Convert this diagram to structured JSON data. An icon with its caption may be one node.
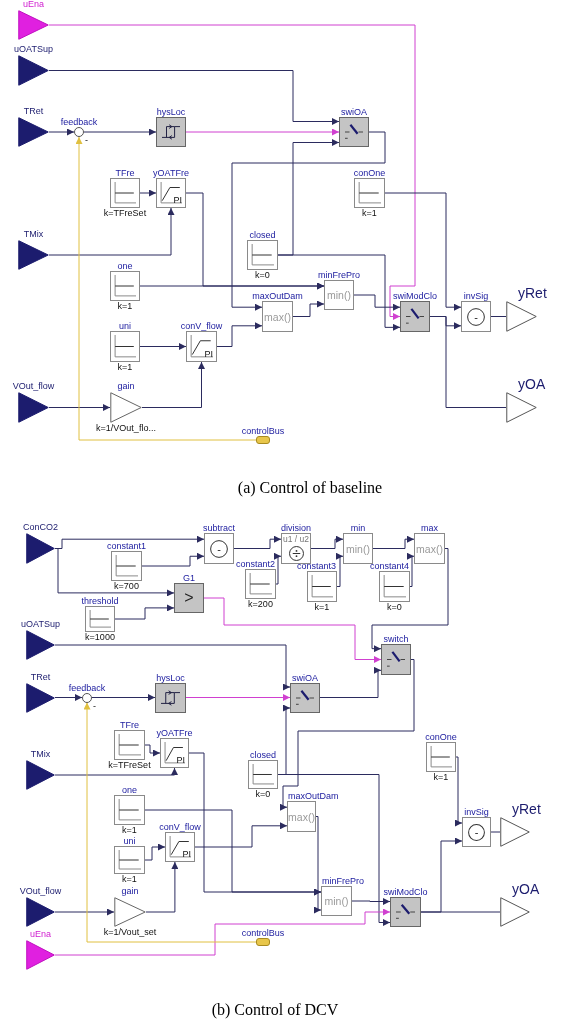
{
  "diagram": {
    "nodes": [
      {
        "text": [
          "uEna"
        ]
      },
      {
        "text": [
          "uOATSup"
        ]
      },
      {
        "text": [
          "TRet"
        ]
      },
      {
        "text": [
          "feedback"
        ],
        "beside": [
          "-"
        ]
      },
      {
        "text": [
          "hysLoc"
        ]
      },
      {
        "text": [
          "swiOA"
        ]
      },
      {
        "text": [
          "TFre"
        ],
        "beside": [
          "k=TFreSet"
        ]
      },
      {
        "text": [
          "yOATFre",
          "PI"
        ]
      },
      {
        "text": [
          "conOne"
        ],
        "beside": [
          "k=1"
        ]
      },
      {
        "text": [
          "TMix"
        ]
      },
      {
        "text": [
          "closed"
        ],
        "beside": [
          "k=0"
        ]
      },
      {
        "text": [
          "one"
        ],
        "beside": [
          "k=1"
        ]
      },
      {
        "text": [
          "minFrePro",
          "min()"
        ]
      },
      {
        "text": [
          "maxOutDam",
          "max()"
        ]
      },
      {
        "text": [
          "swiModClo"
        ]
      },
      {
        "text": [
          "invSig",
          "-"
        ]
      },
      {
        "text": [
          "yRet"
        ]
      },
      {
        "text": [
          "uni"
        ],
        "beside": [
          "k=1"
        ]
      },
      {
        "text": [
          "conV_flow",
          "PI"
        ]
      },
      {
        "text": [
          "VOut_flow"
        ]
      },
      {
        "text": [
          "gain"
        ],
        "beside": [
          "k=1/VOut_flo..."
        ]
      },
      {
        "text": [
          "yOA"
        ]
      },
      {
        "text": [
          "controlBus"
        ]
      },
      {
        "text": [
          "ConCO2"
        ]
      },
      {
        "text": [
          "subtract",
          "-"
        ]
      },
      {
        "text": [
          "division",
          "u1 / u2"
        ]
      },
      {
        "text": [
          "min",
          "min()"
        ]
      },
      {
        "text": [
          "max",
          "max()"
        ]
      },
      {
        "text": [
          "constant1"
        ],
        "beside": [
          "k=700"
        ]
      },
      {
        "text": [
          "G1",
          ">"
        ]
      },
      {
        "text": [
          "constant2"
        ],
        "beside": [
          "k=200"
        ]
      },
      {
        "text": [
          "constant3"
        ],
        "beside": [
          "k=1"
        ]
      },
      {
        "text": [
          "constant4"
        ],
        "beside": [
          "k=0"
        ]
      },
      {
        "text": [
          "threshold"
        ],
        "beside": [
          "k=1000"
        ]
      },
      {
        "text": [
          "uOATSup"
        ]
      },
      {
        "text": [
          "switch"
        ]
      },
      {
        "text": [
          "TRet"
        ]
      },
      {
        "text": [
          "feedback"
        ],
        "beside": [
          "-"
        ]
      },
      {
        "text": [
          "hysLoc"
        ]
      },
      {
        "text": [
          "swiOA"
        ]
      },
      {
        "text": [
          "TFre"
        ],
        "beside": [
          "k=TFreSet"
        ]
      },
      {
        "text": [
          "yOATFre",
          "PI"
        ]
      },
      {
        "text": [
          "conOne"
        ],
        "beside": [
          "k=1"
        ]
      },
      {
        "text": [
          "TMix"
        ]
      },
      {
        "text": [
          "closed"
        ],
        "beside": [
          "k=0"
        ]
      },
      {
        "text": [
          "one"
        ],
        "beside": [
          "k=1"
        ]
      },
      {
        "text": [
          "maxOutDam",
          "max()"
        ]
      },
      {
        "text": [
          "uni"
        ],
        "beside": [
          "k=1"
        ]
      },
      {
        "text": [
          "conV_flow",
          "PI"
        ]
      },
      {
        "text": [
          "invSig",
          "-"
        ]
      },
      {
        "text": [
          "yRet"
        ]
      },
      {
        "text": [
          "minFrePro",
          "min()"
        ]
      },
      {
        "text": [
          "swiModClo"
        ]
      },
      {
        "text": [
          "yOA"
        ]
      },
      {
        "text": [
          "VOut_flow"
        ]
      },
      {
        "text": [
          "gain"
        ],
        "beside": [
          "k=1/Vout_set"
        ]
      },
      {
        "text": [
          "controlBus"
        ]
      },
      {
        "text": [
          "uEna"
        ]
      }
    ],
    "edges": [
      {
        "from": 0,
        "to": 14,
        "arrow": "to",
        "color": "#d040d0"
      },
      {
        "from": 1,
        "to": 5,
        "arrow": "to"
      },
      {
        "from": 2,
        "to": 3,
        "arrow": "to"
      },
      {
        "from": 3,
        "to": 4,
        "arrow": "to"
      },
      {
        "from": 4,
        "to": 5,
        "arrow": "to",
        "color": "#d040d0"
      },
      {
        "from": 5,
        "to": 13,
        "arrow": "to"
      },
      {
        "from": 6,
        "to": 7,
        "arrow": "to"
      },
      {
        "from": 9,
        "to": 7,
        "arrow": "to"
      },
      {
        "from": 7,
        "to": 12,
        "arrow": "to"
      },
      {
        "from": 8,
        "to": 15,
        "arrow": "to"
      },
      {
        "from": 10,
        "to": 5,
        "arrow": "to"
      },
      {
        "from": 10,
        "to": 14,
        "arrow": "to"
      },
      {
        "from": 11,
        "to": 12,
        "arrow": "to"
      },
      {
        "from": 13,
        "to": 12,
        "arrow": "to"
      },
      {
        "from": 12,
        "to": 14,
        "arrow": "to"
      },
      {
        "from": 14,
        "to": 15,
        "arrow": "to"
      },
      {
        "from": 14,
        "to": 21,
        "arrow": "none"
      },
      {
        "from": 15,
        "to": 16,
        "arrow": "none"
      },
      {
        "from": 17,
        "to": 18,
        "arrow": "to"
      },
      {
        "from": 18,
        "to": 13,
        "arrow": "to"
      },
      {
        "from": 19,
        "to": 20,
        "arrow": "to"
      },
      {
        "from": 20,
        "to": 18,
        "arrow": "to"
      },
      {
        "from": 22,
        "to": 3,
        "arrow": "to",
        "color": "#e0c040"
      },
      {
        "from": 23,
        "to": 24,
        "arrow": "to"
      },
      {
        "from": 23,
        "to": 29,
        "arrow": "to"
      },
      {
        "from": 28,
        "to": 24,
        "arrow": "to"
      },
      {
        "from": 24,
        "to": 25,
        "arrow": "to"
      },
      {
        "from": 30,
        "to": 25,
        "arrow": "to"
      },
      {
        "from": 25,
        "to": 26,
        "arrow": "to"
      },
      {
        "from": 31,
        "to": 26,
        "arrow": "to"
      },
      {
        "from": 26,
        "to": 27,
        "arrow": "to"
      },
      {
        "from": 32,
        "to": 27,
        "arrow": "to"
      },
      {
        "from": 27,
        "to": 35,
        "arrow": "to"
      },
      {
        "from": 33,
        "to": 29,
        "arrow": "to"
      },
      {
        "from": 29,
        "to": 35,
        "arrow": "to",
        "color": "#d040d0"
      },
      {
        "from": 34,
        "to": 39,
        "arrow": "to"
      },
      {
        "from": 36,
        "to": 37,
        "arrow": "to"
      },
      {
        "from": 37,
        "to": 38,
        "arrow": "to"
      },
      {
        "from": 38,
        "to": 39,
        "arrow": "to",
        "color": "#d040d0"
      },
      {
        "from": 39,
        "to": 35,
        "arrow": "to"
      },
      {
        "from": 35,
        "to": 46,
        "arrow": "to"
      },
      {
        "from": 40,
        "to": 41,
        "arrow": "to"
      },
      {
        "from": 43,
        "to": 41,
        "arrow": "to"
      },
      {
        "from": 44,
        "to": 39,
        "arrow": "to"
      },
      {
        "from": 44,
        "to": 52,
        "arrow": "to"
      },
      {
        "from": 41,
        "to": 51,
        "arrow": "to"
      },
      {
        "from": 45,
        "to": 51,
        "arrow": "to"
      },
      {
        "from": 46,
        "to": 51,
        "arrow": "to"
      },
      {
        "from": 47,
        "to": 48,
        "arrow": "to"
      },
      {
        "from": 48,
        "to": 46,
        "arrow": "to"
      },
      {
        "from": 54,
        "to": 55,
        "arrow": "to"
      },
      {
        "from": 55,
        "to": 48,
        "arrow": "to"
      },
      {
        "from": 51,
        "to": 52,
        "arrow": "to"
      },
      {
        "from": 57,
        "to": 52,
        "arrow": "to",
        "color": "#d040d0"
      },
      {
        "from": 56,
        "to": 37,
        "arrow": "to",
        "color": "#e0c040"
      },
      {
        "from": 52,
        "to": 53,
        "arrow": "none"
      },
      {
        "from": 52,
        "to": 49,
        "arrow": "to"
      },
      {
        "from": 42,
        "to": 49,
        "arrow": "to"
      },
      {
        "from": 49,
        "to": 50,
        "arrow": "none"
      }
    ],
    "labels": [
      "(a) Control of baseline",
      "(b) Control of DCV"
    ]
  }
}
